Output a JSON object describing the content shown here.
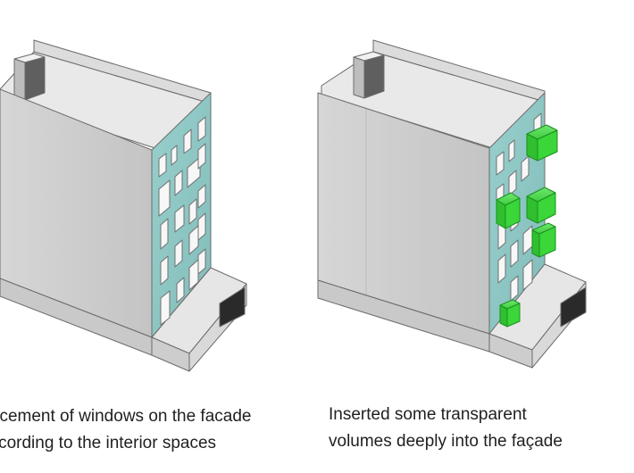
{
  "captions": {
    "left": {
      "line1": "Placement of windows on the facade",
      "line2": "according to the interior spaces"
    },
    "right": {
      "line1": "Inserted some transparent",
      "line2": "volumes deeply into the façade"
    }
  },
  "colors": {
    "facade": "#8fc9c6",
    "wall_front": "#cfcfcf",
    "wall_top": "#ececec",
    "inserted_volume": "#35c935",
    "outline": "#6b6b6b",
    "background": "#ffffff"
  }
}
